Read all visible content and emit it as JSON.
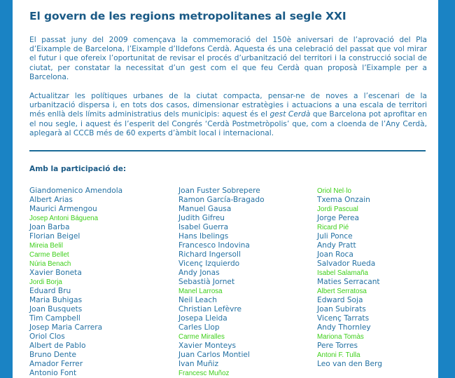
{
  "article": {
    "title": "El govern de les regions metropolitanes al segle XXI",
    "para1": "El passat juny del 2009 començava la commemoració del 150è aniversari de l’aprovació del Pla d’Eixample de Barcelona, l’Eixample d’Ildefons Cerdà. Aquesta és una celebració del passat que vol mirar el futur i que ofereix l’oportunitat de revisar el procés d’urbanització del territori i la construcció social de ciutat, per constatar la necessitat d’un gest com el que feu Cerdà quan proposà l’Eixample per a Barcelona.",
    "para2_before": "Actualitzar les polítiques urbanes de la ciutat compacta, pensar-ne de noves a l’escenari de la urbanització dispersa i, en tots dos casos, dimensionar estratègies i actuacions a una escala de territori més enllà dels límits administratius dels municipis: aquest és el ",
    "para2_em": "gest Cerdà",
    "para2_after": " que Barcelona pot aprofitar en el nou segle, i aquest és l’esperit del Congrés ‘Cerdà Postmetròpolis’ que, com a cloenda de l’Any Cerdà, aplegarà al CCCB més de 60 experts d’àmbit local i internacional.",
    "participants_heading": "Amb la participació de:"
  },
  "participants": {
    "col1": [
      {
        "name": "Giandomenico Amendola",
        "highlight": false
      },
      {
        "name": "Albert Arias",
        "highlight": false
      },
      {
        "name": "Maurici Armengou",
        "highlight": false
      },
      {
        "name": "Josep Antoni Báguena",
        "highlight": true
      },
      {
        "name": "Joan Barba",
        "highlight": false
      },
      {
        "name": "Florian Beigel",
        "highlight": false
      },
      {
        "name": "Mireia Belil",
        "highlight": true
      },
      {
        "name": "Carme Bellet",
        "highlight": true
      },
      {
        "name": "Núria Benach",
        "highlight": true
      },
      {
        "name": "Xavier Boneta",
        "highlight": false
      },
      {
        "name": "Jordi Borja",
        "highlight": true
      },
      {
        "name": "Eduard Bru",
        "highlight": false
      },
      {
        "name": "Maria Buhigas",
        "highlight": false
      },
      {
        "name": "Joan Busquets",
        "highlight": false
      },
      {
        "name": "Tim Campbell",
        "highlight": false
      },
      {
        "name": "Josep Maria Carrera",
        "highlight": false
      },
      {
        "name": "Oriol Clos",
        "highlight": false
      },
      {
        "name": "Albert de Pablo",
        "highlight": false
      },
      {
        "name": "Bruno Dente",
        "highlight": false
      },
      {
        "name": "Amador Ferrer",
        "highlight": false
      },
      {
        "name": "Antonio Font",
        "highlight": false
      }
    ],
    "col2": [
      {
        "name": "Joan Fuster Sobrepere",
        "highlight": false
      },
      {
        "name": "Ramon García-Bragado",
        "highlight": false
      },
      {
        "name": "Manuel Gausa",
        "highlight": false
      },
      {
        "name": "Judith Gifreu",
        "highlight": false
      },
      {
        "name": "Isabel Guerra",
        "highlight": false
      },
      {
        "name": "Hans Ibelings",
        "highlight": false
      },
      {
        "name": "Francesco Indovina",
        "highlight": false
      },
      {
        "name": "Richard Ingersoll",
        "highlight": false
      },
      {
        "name": "Vicenç Izquierdo",
        "highlight": false
      },
      {
        "name": "Andy Jonas",
        "highlight": false
      },
      {
        "name": "Sebastià Jornet",
        "highlight": false
      },
      {
        "name": "Manel Larrosa",
        "highlight": true
      },
      {
        "name": "Neil Leach",
        "highlight": false
      },
      {
        "name": "Christian Lefèvre",
        "highlight": false
      },
      {
        "name": "Josepa Lleida",
        "highlight": false
      },
      {
        "name": "Carles Llop",
        "highlight": false
      },
      {
        "name": "Carme Miralles",
        "highlight": true
      },
      {
        "name": "Xavier Monteys",
        "highlight": false
      },
      {
        "name": "Juan Carlos Montiel",
        "highlight": false
      },
      {
        "name": "Ivan Muñiz",
        "highlight": false
      },
      {
        "name": "Francesc Muñoz",
        "highlight": true
      }
    ],
    "col3": [
      {
        "name": "Oriol Nel·lo",
        "highlight": true
      },
      {
        "name": "Txema Onzain",
        "highlight": false
      },
      {
        "name": "Jordi Pascual",
        "highlight": true
      },
      {
        "name": "Jorge Perea",
        "highlight": false
      },
      {
        "name": "Ricard Pié",
        "highlight": true
      },
      {
        "name": "Juli Ponce",
        "highlight": false
      },
      {
        "name": "Andy Pratt",
        "highlight": false
      },
      {
        "name": "Joan Roca",
        "highlight": false
      },
      {
        "name": "Salvador Rueda",
        "highlight": false
      },
      {
        "name": "Isabel Salamaña",
        "highlight": true
      },
      {
        "name": "Maties Serracant",
        "highlight": false
      },
      {
        "name": "Albert Serratosa",
        "highlight": true
      },
      {
        "name": "Edward Soja",
        "highlight": false
      },
      {
        "name": "Joan Subirats",
        "highlight": false
      },
      {
        "name": "Vicenç Tarrats",
        "highlight": false
      },
      {
        "name": "Andy Thornley",
        "highlight": false
      },
      {
        "name": "Mariona Tomàs",
        "highlight": true
      },
      {
        "name": "Pere Torres",
        "highlight": false
      },
      {
        "name": "Antoni F. Tulla",
        "highlight": true
      },
      {
        "name": "Leo van den Berg",
        "highlight": false
      }
    ]
  },
  "colors": {
    "frame": "#1a83c4",
    "text": "#2471a3",
    "heading": "#1a5a86",
    "highlight": "#3ecf1a"
  }
}
